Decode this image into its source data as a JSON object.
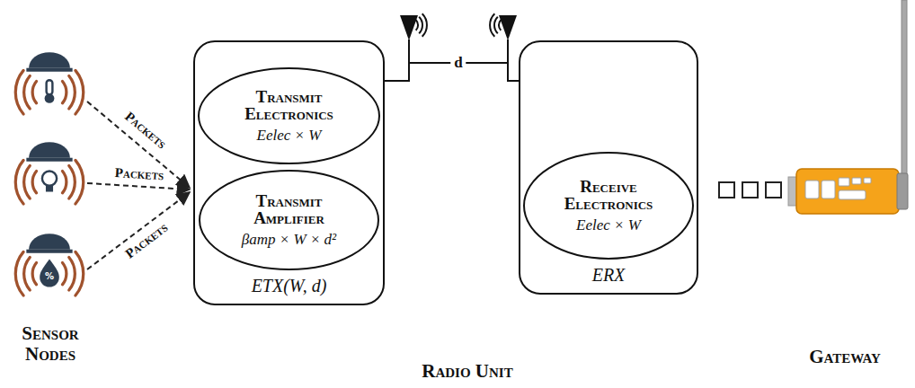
{
  "diagram": {
    "nodes": [
      {
        "text": [
          "ETX(W, d)"
        ]
      },
      {
        "text": [
          "Transmit Electronics",
          "Eelec × W"
        ],
        "in": 0
      },
      {
        "text": [
          "Transmit Amplifier",
          "βamp × W × d²"
        ],
        "in": 0
      },
      {
        "text": [
          "ERX"
        ]
      },
      {
        "text": [
          "Receive Electronics",
          "Eelec × W"
        ],
        "in": 3
      }
    ],
    "edges": [
      {
        "from": 0,
        "to": 3,
        "label": "d",
        "arrow": "none"
      }
    ],
    "labels": [
      "Packets",
      "Packets",
      "Packets",
      "%",
      "Sensor Nodes",
      "Radio Unit",
      "Gateway"
    ]
  }
}
